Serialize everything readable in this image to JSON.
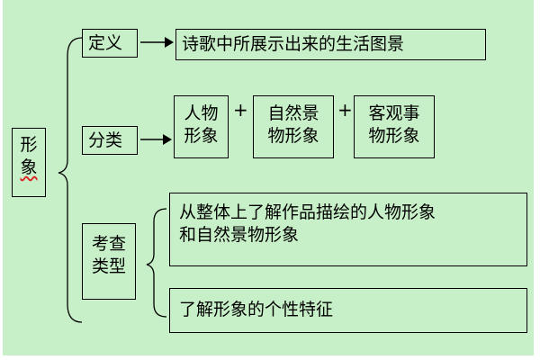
{
  "root": {
    "line1": "形",
    "line2": "象"
  },
  "definition": {
    "label": "定义",
    "content": "诗歌中所展示出来的生活图景"
  },
  "classification": {
    "label": "分类",
    "items": [
      {
        "line1": "人物",
        "line2": "形象"
      },
      {
        "line1": "自然景",
        "line2": "物形象"
      },
      {
        "line1": "客观事",
        "line2": "物形象"
      }
    ],
    "operator": "+"
  },
  "exam_types": {
    "label_line1": "考查",
    "label_line2": "类型",
    "items": [
      {
        "line1": "从整体上了解作品描绘的人物形象",
        "line2": "和自然景物形象"
      },
      {
        "line1": "了解形象的个性特征"
      }
    ]
  }
}
